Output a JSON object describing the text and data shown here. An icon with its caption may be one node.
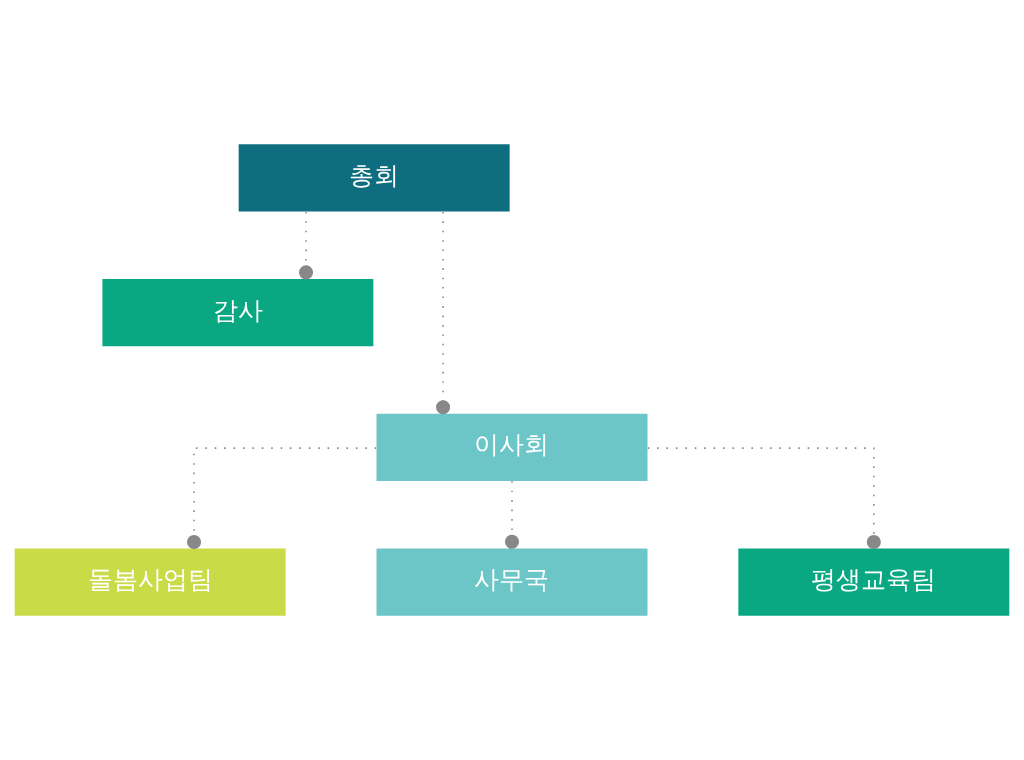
{
  "diagram": {
    "nodes": [
      {
        "text": [
          "총회"
        ]
      },
      {
        "text": [
          "감사"
        ]
      },
      {
        "text": [
          "이사회"
        ]
      },
      {
        "text": [
          "돌봄사업팀"
        ]
      },
      {
        "text": [
          "사무국"
        ]
      },
      {
        "text": [
          "평생교육팀"
        ]
      }
    ],
    "edges": [
      {
        "from": 0,
        "to": 1,
        "arrow": "other",
        "style": "dashed"
      },
      {
        "from": 0,
        "to": 2,
        "arrow": "other",
        "style": "dashed"
      },
      {
        "from": 2,
        "to": 3,
        "arrow": "other",
        "style": "dashed"
      },
      {
        "from": 2,
        "to": 4,
        "arrow": "other",
        "style": "dashed"
      },
      {
        "from": 2,
        "to": 5,
        "arrow": "other",
        "style": "dashed"
      }
    ]
  }
}
